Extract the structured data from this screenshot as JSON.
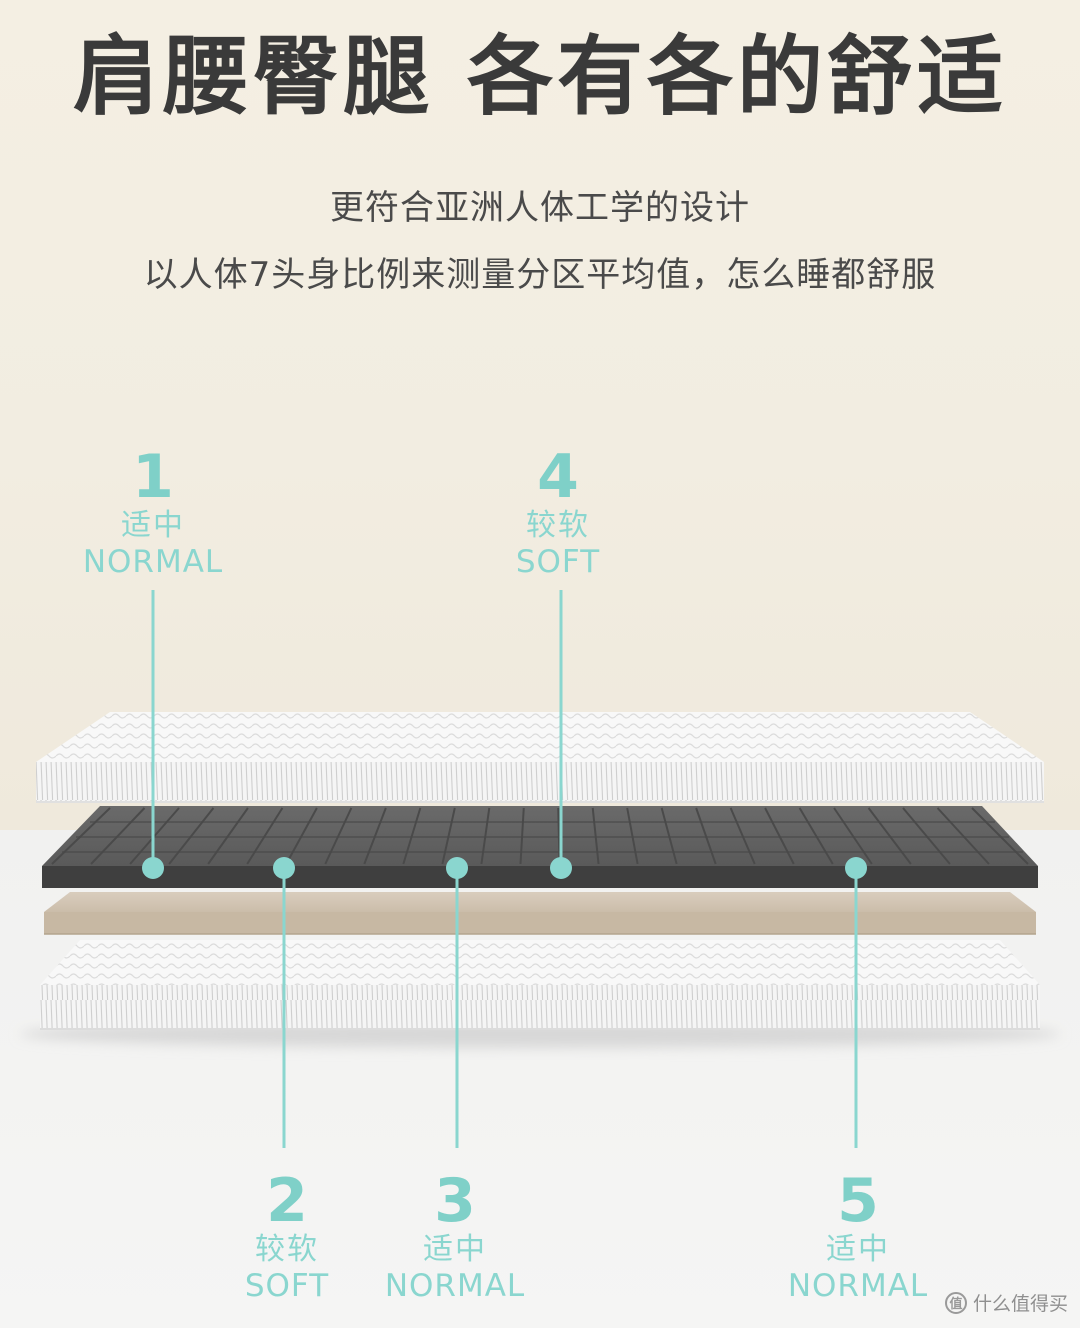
{
  "headline": "肩腰臀腿 各有各的舒适",
  "subtitle_line1": "更符合亚洲人体工学的设计",
  "subtitle_line2": "以人体7头身比例来测量分区平均值，怎么睡都舒服",
  "zones": [
    {
      "number": "1",
      "cn": "适中",
      "en": "NORMAL"
    },
    {
      "number": "2",
      "cn": "较软",
      "en": "SOFT"
    },
    {
      "number": "3",
      "cn": "适中",
      "en": "NORMAL"
    },
    {
      "number": "4",
      "cn": "较软",
      "en": "SOFT"
    },
    {
      "number": "5",
      "cn": "适中",
      "en": "NORMAL"
    }
  ],
  "colors": {
    "accent": "#8ad6cf",
    "headline": "#3a3a3a",
    "wall": "#f3eee2",
    "foam_core": "#555555",
    "latex_layer": "#cdbfac",
    "cover": "#f7f7f7"
  },
  "watermark": {
    "icon": "zhi-circle-icon",
    "icon_glyph": "值",
    "text": "什么值得买"
  }
}
